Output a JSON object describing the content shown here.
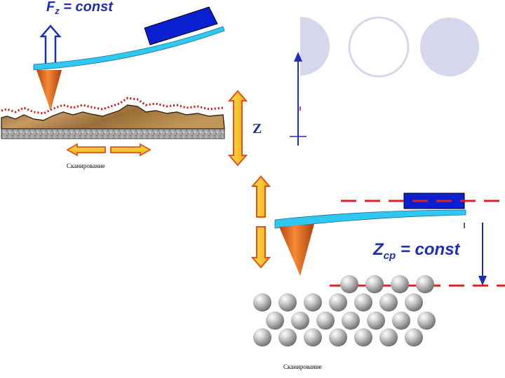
{
  "top_diagram": {
    "formula_main": "F",
    "formula_sub": "z",
    "formula_rest": " = const",
    "z_axis_label": "Z",
    "scan_caption": "Сканирование"
  },
  "bottom_diagram": {
    "formula_main": "Z",
    "formula_sub": "ср",
    "formula_rest": " = const",
    "scan_caption": "Сканирование"
  },
  "colors": {
    "formula_blue": "#1f2fb5",
    "cantilever": "#2ec8f0",
    "holder": "#0a1fd0",
    "tip": "#e86a1a",
    "arrow_fill": "#ffd21a",
    "arrow_stroke": "#e0521a",
    "dotted_line": "#d01010",
    "dashed_line": "#e02020",
    "circle_fill": "#d6d6ec",
    "sphere": "#b0b0b0"
  }
}
